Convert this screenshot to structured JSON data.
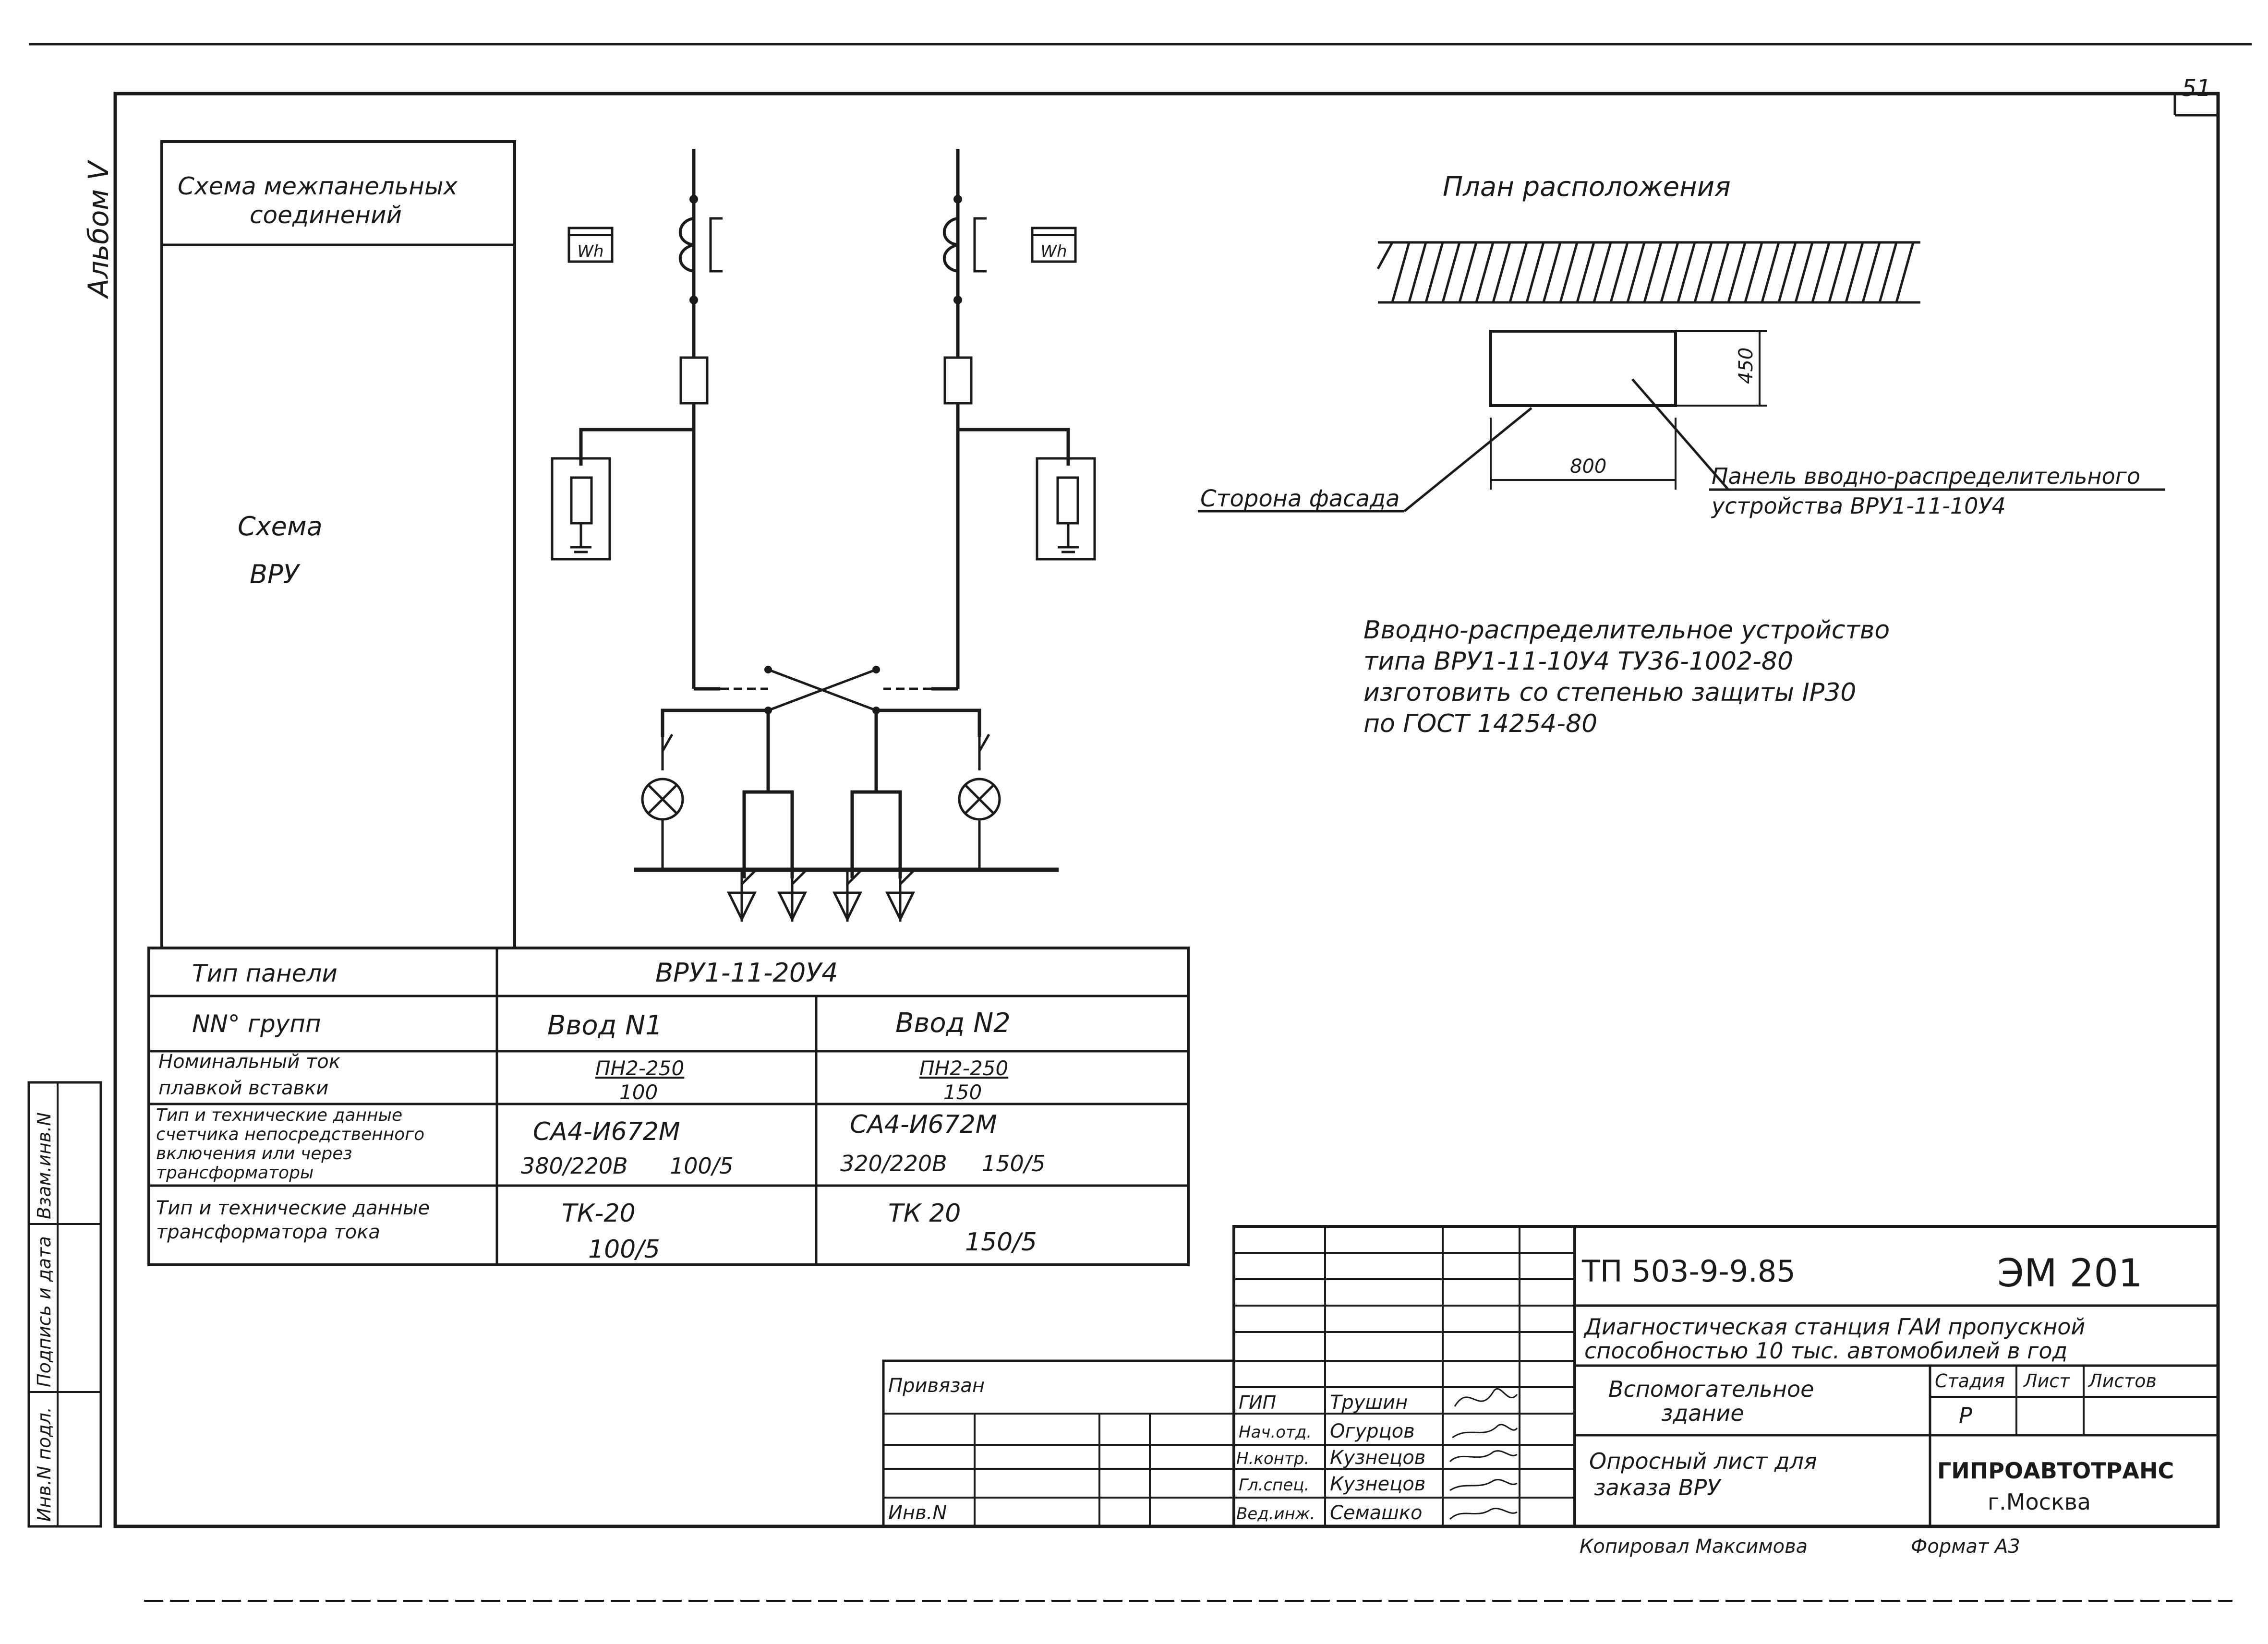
{
  "sheet_number": "51",
  "album": "Альбом V",
  "interpanel": {
    "header": [
      "Схема межпанельных",
      "соединений"
    ],
    "scheme_label": [
      "Схема",
      "ВРУ"
    ]
  },
  "meter_label": "Wh",
  "plan": {
    "title": "План расположения",
    "dim_width": "800",
    "dim_depth": "450",
    "facade_label": "Сторона фасада",
    "panel_label": [
      "Панель вводно-распределительного",
      "устройства ВРУ1-11-10У4"
    ]
  },
  "note": [
    "Вводно-распределительное устройство",
    "типа ВРУ1-11-10У4  ТУ36-1002-80",
    "изготовить со степенью  защиты IP30",
    "по ГОСТ 14254-80"
  ],
  "spec_table": {
    "row_labels": [
      [
        "Тип панели"
      ],
      [
        "NN° групп"
      ],
      [
        "Номинальный ток",
        "плавкой вставки"
      ],
      [
        "Тип и технические данные",
        "счетчика непосредственного",
        "включения или через",
        "трансформаторы"
      ],
      [
        "Тип и технические данные",
        "трансформатора тока"
      ]
    ],
    "panel_type": "ВРУ1-11-20У4",
    "inputs": [
      {
        "name": "Ввод N1",
        "fuse_type": "ПН2-250",
        "fuse_current": "100",
        "meter_type": "СА4-И672М",
        "meter_volt": "380/220В",
        "meter_current": "100/5",
        "ct_type": "ТК-20",
        "ct_ratio": "100/5"
      },
      {
        "name": "Ввод N2",
        "fuse_type": "ПН2-250",
        "fuse_current": "150",
        "meter_type": "СА4-И672М",
        "meter_volt": "320/220В",
        "meter_current": "150/5",
        "ct_type": "ТК 20",
        "ct_ratio": "150/5"
      }
    ]
  },
  "left_strip": [
    "Инв.N подл.",
    "Подпись и дата",
    "Взам.инв.N"
  ],
  "binding": {
    "label": "Привязан",
    "inv_label": "Инв.N"
  },
  "title_block": {
    "code": "ТП 503-9-9.85",
    "doc": "ЭМ 201",
    "project": [
      "Диагностическая станция ГАИ пропускной",
      "способностью 10 тыс. автомобилей в год"
    ],
    "building": [
      "Вспомогательное",
      "здание"
    ],
    "sheet_name": [
      "Опросный лист для",
      "заказа ВРУ"
    ],
    "stage_header": "Стадия",
    "sheet_header": "Лист",
    "sheets_header": "Листов",
    "stage": "Р",
    "org": [
      "ГИПРОАВТОТРАНС",
      "г.Москва"
    ],
    "staff": [
      {
        "role": "ГИП",
        "name": "Трушин"
      },
      {
        "role": "Нач.отд.",
        "name": "Огурцов"
      },
      {
        "role": "Н.контр.",
        "name": "Кузнецов"
      },
      {
        "role": "Гл.спец.",
        "name": "Кузнецов"
      },
      {
        "role": "Вед.инж.",
        "name": "Семашко"
      }
    ],
    "copied": "Копировал Максимова",
    "format": "Формат А3"
  }
}
